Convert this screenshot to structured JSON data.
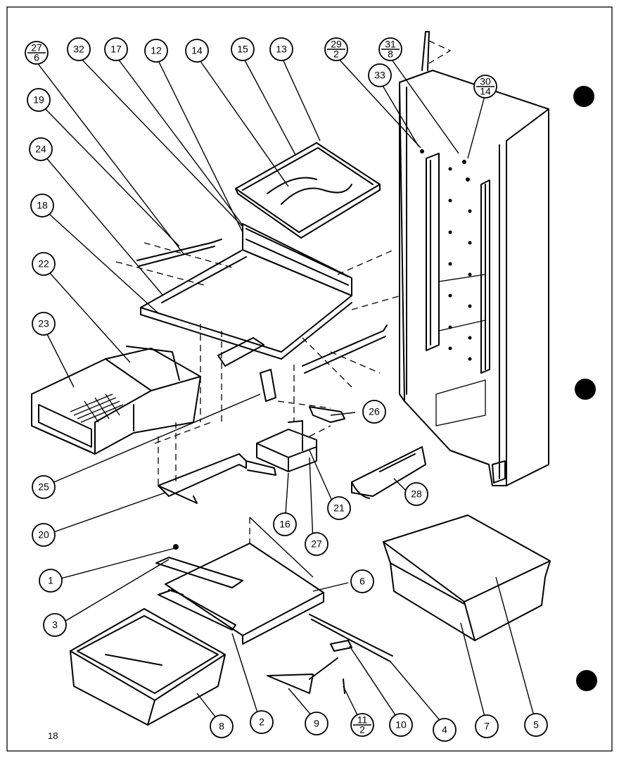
{
  "page_number": "18",
  "callouts": [
    {
      "id": "c-27-6",
      "top": "27",
      "bottom": "6"
    },
    {
      "id": "c-32",
      "label": "32"
    },
    {
      "id": "c-17",
      "label": "17"
    },
    {
      "id": "c-12",
      "label": "12"
    },
    {
      "id": "c-14",
      "label": "14"
    },
    {
      "id": "c-15",
      "label": "15"
    },
    {
      "id": "c-13",
      "label": "13"
    },
    {
      "id": "c-29-2",
      "top": "29",
      "bottom": "2"
    },
    {
      "id": "c-31-8",
      "top": "31",
      "bottom": "8"
    },
    {
      "id": "c-33",
      "label": "33"
    },
    {
      "id": "c-30-14",
      "top": "30",
      "bottom": "14"
    },
    {
      "id": "c-19",
      "label": "19"
    },
    {
      "id": "c-24",
      "label": "24"
    },
    {
      "id": "c-18",
      "label": "18"
    },
    {
      "id": "c-22",
      "label": "22"
    },
    {
      "id": "c-23",
      "label": "23"
    },
    {
      "id": "c-26",
      "label": "26"
    },
    {
      "id": "c-25",
      "label": "25"
    },
    {
      "id": "c-28",
      "label": "28"
    },
    {
      "id": "c-21",
      "label": "21"
    },
    {
      "id": "c-16",
      "label": "16"
    },
    {
      "id": "c-20",
      "label": "20"
    },
    {
      "id": "c-27",
      "label": "27"
    },
    {
      "id": "c-1",
      "label": "1"
    },
    {
      "id": "c-6",
      "label": "6"
    },
    {
      "id": "c-3",
      "label": "3"
    },
    {
      "id": "c-8",
      "label": "8"
    },
    {
      "id": "c-2",
      "label": "2"
    },
    {
      "id": "c-9",
      "label": "9"
    },
    {
      "id": "c-11-2",
      "top": "11",
      "bottom": "2"
    },
    {
      "id": "c-10",
      "label": "10"
    },
    {
      "id": "c-4",
      "label": "4"
    },
    {
      "id": "c-7",
      "label": "7"
    },
    {
      "id": "c-5",
      "label": "5"
    }
  ]
}
